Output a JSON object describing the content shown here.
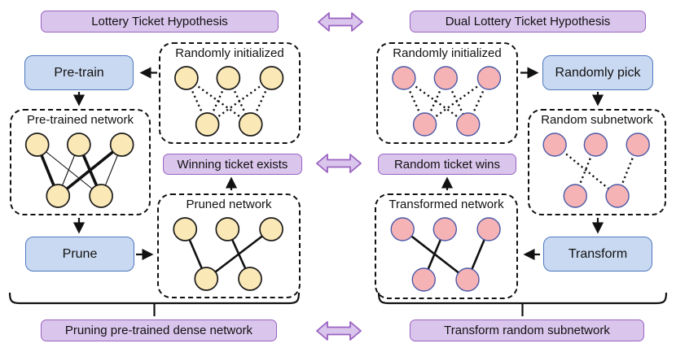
{
  "header": {
    "left_title": "Lottery Ticket Hypothesis",
    "right_title": "Dual Lottery Ticket Hypothesis"
  },
  "boxes": {
    "pretrain": "Pre-train",
    "prune": "Prune",
    "randomly_pick": "Randomly pick",
    "transform": "Transform"
  },
  "banners": {
    "winning_ticket": "Winning ticket exists",
    "random_ticket": "Random ticket wins"
  },
  "footers": {
    "left": "Pruning pre-trained dense network",
    "right": "Transform random subnetwork"
  },
  "networks": {
    "random_init_left": {
      "label": "Randomly initialized",
      "palette": "yellow",
      "edges": [
        [
          0,
          0,
          "dotted"
        ],
        [
          0,
          1,
          "dotted"
        ],
        [
          1,
          0,
          "dotted"
        ],
        [
          1,
          1,
          "dotted"
        ],
        [
          2,
          0,
          "dotted"
        ],
        [
          2,
          1,
          "dotted"
        ]
      ]
    },
    "pretrained": {
      "label": "Pre-trained network",
      "palette": "yellow",
      "edges": [
        [
          0,
          0,
          "thick"
        ],
        [
          0,
          1,
          "thin"
        ],
        [
          1,
          0,
          "thin"
        ],
        [
          1,
          1,
          "thick"
        ],
        [
          2,
          0,
          "thick"
        ],
        [
          2,
          1,
          "thin"
        ]
      ]
    },
    "pruned": {
      "label": "Pruned network",
      "palette": "yellow",
      "edges": [
        [
          0,
          0,
          "solid"
        ],
        [
          1,
          1,
          "solid"
        ],
        [
          2,
          0,
          "solid"
        ]
      ]
    },
    "random_init_right": {
      "label": "Randomly initialized",
      "palette": "pink",
      "edges": [
        [
          0,
          0,
          "dotted"
        ],
        [
          0,
          1,
          "dotted"
        ],
        [
          1,
          0,
          "dotted"
        ],
        [
          1,
          1,
          "dotted"
        ],
        [
          2,
          0,
          "dotted"
        ],
        [
          2,
          1,
          "dotted"
        ]
      ]
    },
    "random_subnetwork": {
      "label": "Random subnetwork",
      "palette": "pink",
      "edges": [
        [
          0,
          1,
          "dotted"
        ],
        [
          1,
          0,
          "dotted"
        ],
        [
          2,
          1,
          "dotted"
        ]
      ]
    },
    "transformed": {
      "label": "Transformed network",
      "palette": "pink",
      "edges": [
        [
          0,
          1,
          "solid"
        ],
        [
          1,
          0,
          "solid"
        ],
        [
          2,
          1,
          "solid"
        ]
      ]
    }
  },
  "colors": {
    "purple_fill": "#DAC5EC",
    "purple_border": "#9A63C1",
    "blue_fill": "#C9D9F1",
    "blue_border": "#4F78BF",
    "yellow_node_fill": "#FAE8B6",
    "yellow_node_border": "#1b1b1b",
    "pink_node_fill": "#F6B3B6",
    "pink_node_border": "#4B5AA7",
    "line_color": "#111111"
  }
}
